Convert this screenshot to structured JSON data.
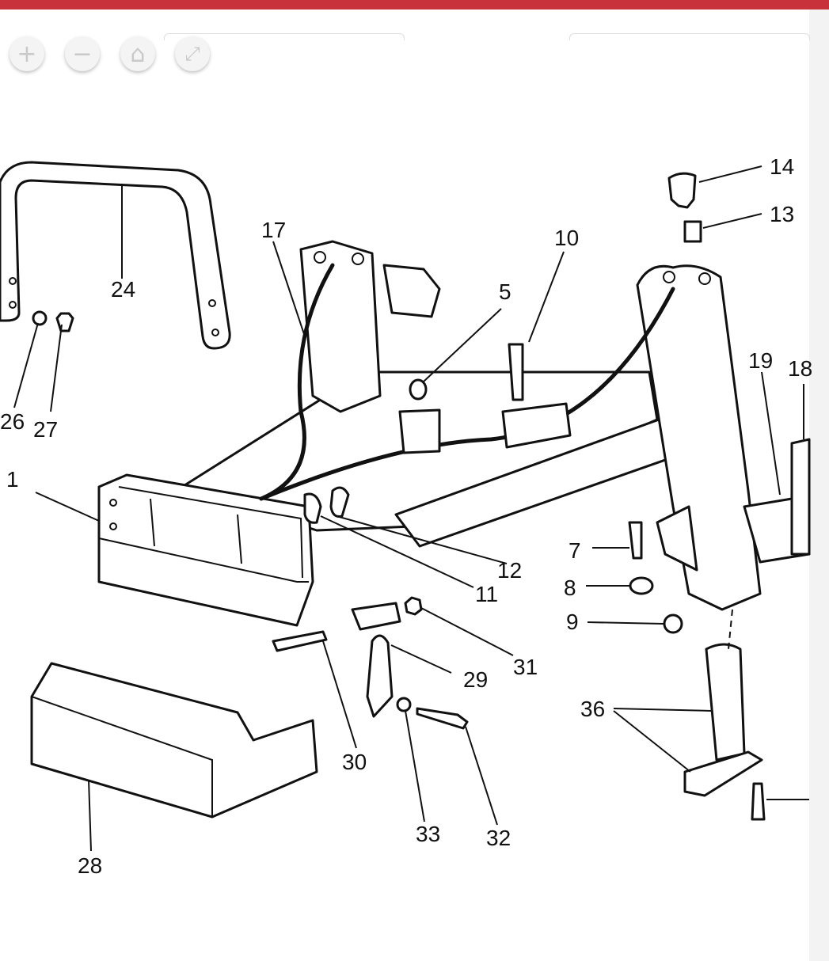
{
  "viewer": {
    "controls": [
      {
        "name": "zoom-in-button",
        "icon": "plus-icon",
        "glyph": "+"
      },
      {
        "name": "zoom-out-button",
        "icon": "minus-icon",
        "glyph": "−"
      },
      {
        "name": "home-button",
        "icon": "home-icon",
        "glyph": "⌂"
      },
      {
        "name": "fullscreen-button",
        "icon": "fullscreen-icon",
        "glyph": "⤢"
      }
    ],
    "accent_color": "#c8323a"
  },
  "callouts": {
    "c1": "1",
    "c5": "5",
    "c7": "7",
    "c8": "8",
    "c9": "9",
    "c10": "10",
    "c11": "11",
    "c12": "12",
    "c13": "13",
    "c14": "14",
    "c17": "17",
    "c18": "18",
    "c19": "19",
    "c24": "24",
    "c26": "26",
    "c27": "27",
    "c28": "28",
    "c29": "29",
    "c30": "30",
    "c31": "31",
    "c32": "32",
    "c33": "33",
    "c36": "36"
  }
}
